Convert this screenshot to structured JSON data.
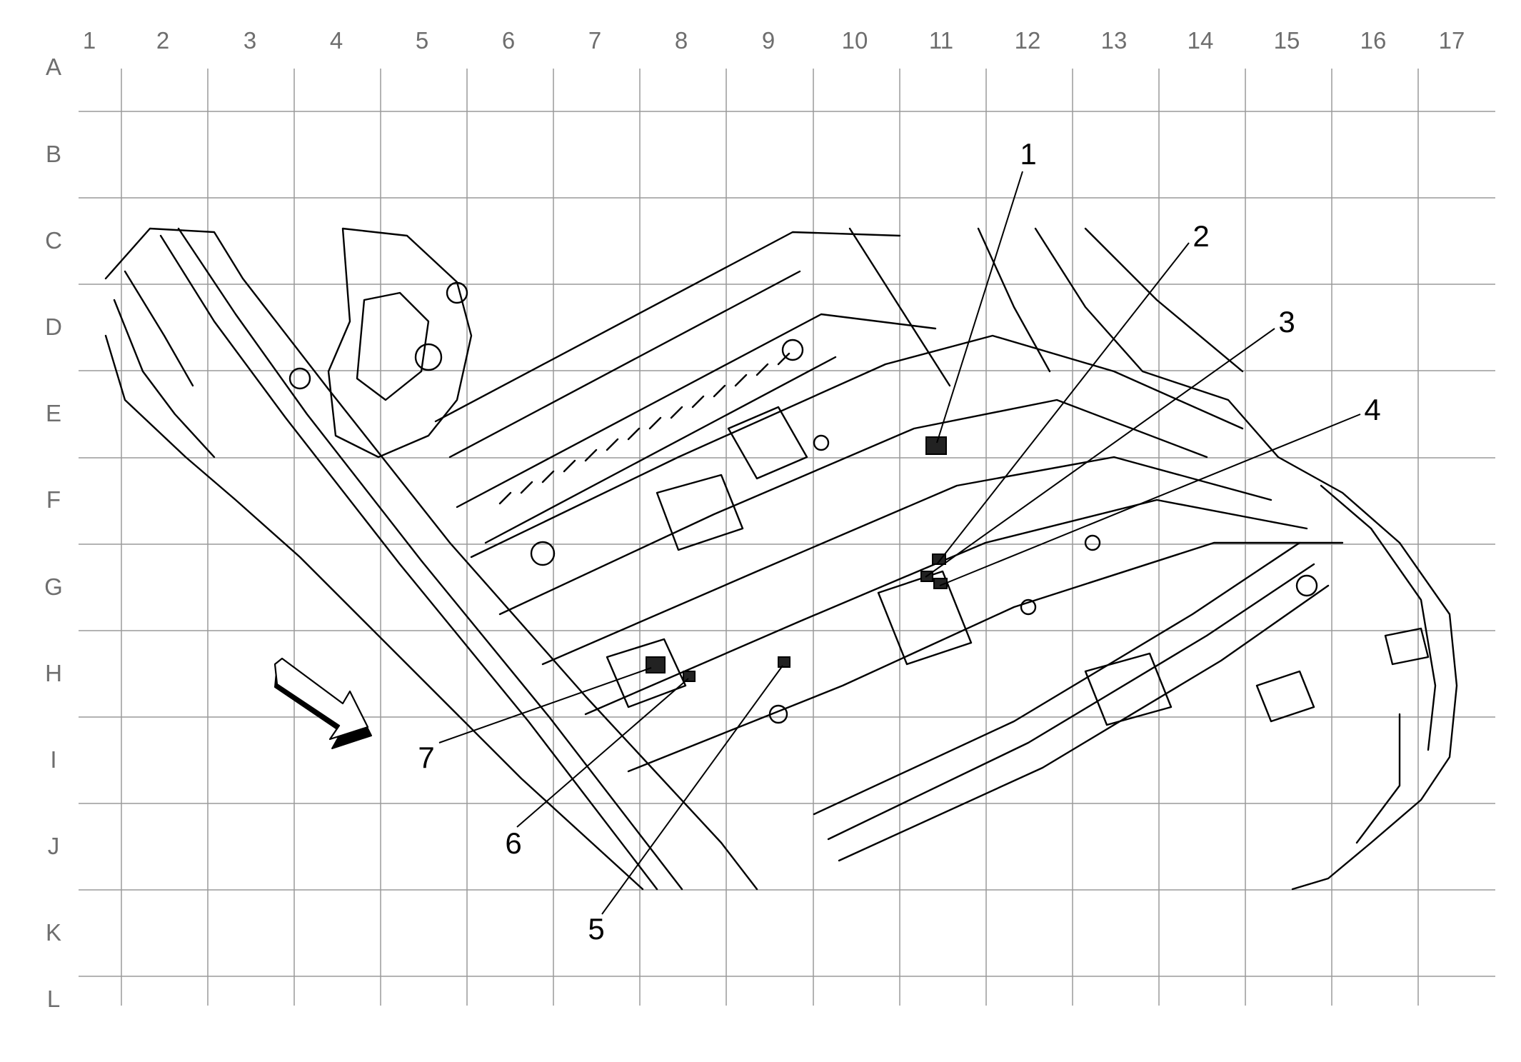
{
  "grid": {
    "column_labels": [
      "1",
      "2",
      "3",
      "4",
      "5",
      "6",
      "7",
      "8",
      "9",
      "10",
      "11",
      "12",
      "13",
      "14",
      "15",
      "16",
      "17"
    ],
    "row_labels": [
      "A",
      "B",
      "C",
      "D",
      "E",
      "F",
      "G",
      "H",
      "I",
      "J",
      "K",
      "L"
    ]
  },
  "callouts": [
    {
      "id": "1",
      "label": "1"
    },
    {
      "id": "2",
      "label": "2"
    },
    {
      "id": "3",
      "label": "3"
    },
    {
      "id": "4",
      "label": "4"
    },
    {
      "id": "5",
      "label": "5"
    },
    {
      "id": "6",
      "label": "6"
    },
    {
      "id": "7",
      "label": "7"
    }
  ],
  "icons": {
    "direction_arrow": "front-direction-arrow-icon"
  },
  "colors": {
    "grid_line": "#9a9a9a",
    "label_text": "#6e6e6e",
    "drawing_line": "#000000",
    "background": "#ffffff"
  }
}
